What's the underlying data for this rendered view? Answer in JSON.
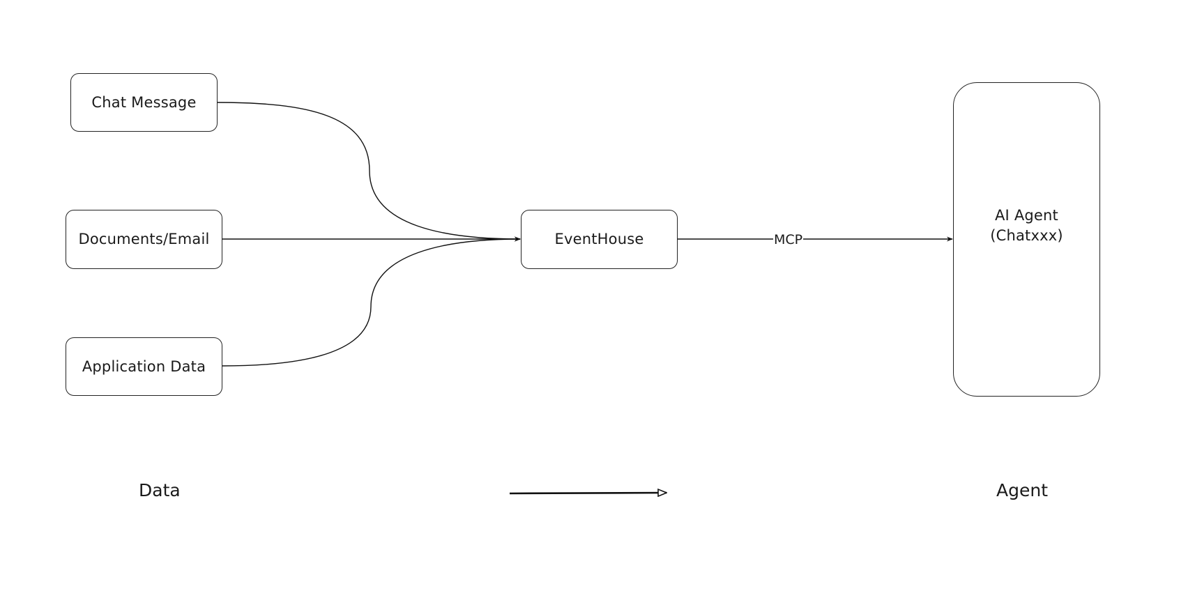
{
  "nodes": {
    "chat_message": "Chat Message",
    "documents_email": "Documents/Email",
    "application_data": "Application Data",
    "eventhouse": "EventHouse",
    "ai_agent": "AI Agent\n(Chatxxx)"
  },
  "edges": {
    "mcp": "MCP"
  },
  "sections": {
    "data": "Data",
    "agent": "Agent"
  }
}
